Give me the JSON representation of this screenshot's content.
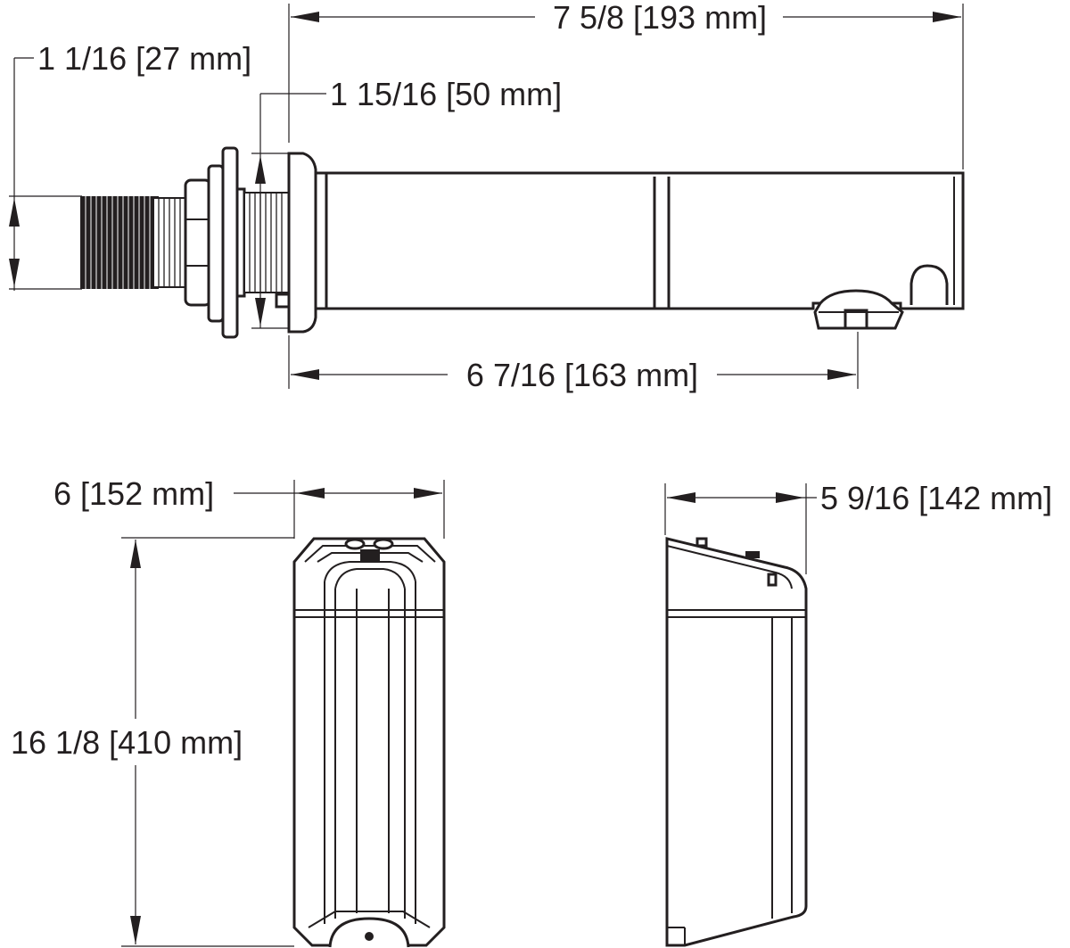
{
  "dimensions": {
    "overall_length": "7 5/8 [193 mm]",
    "thread_diameter": "1 1/16 [27 mm]",
    "flange_diameter": "1 15/16 [50 mm]",
    "spout_reach": "6 7/16 [163 mm]",
    "box_width": "6 [152 mm]",
    "box_height": "16 1/8 [410 mm]",
    "box_depth": "5 9/16 [142 mm]"
  },
  "colors": {
    "line": "#231f20",
    "background": "#ffffff"
  }
}
